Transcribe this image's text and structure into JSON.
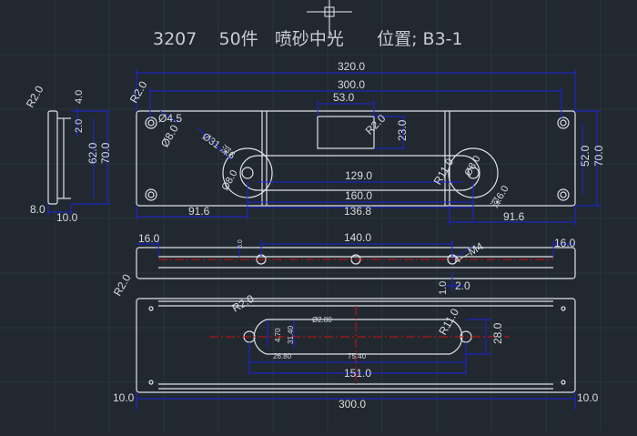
{
  "header": {
    "part_no": "3207",
    "quantity": "50件",
    "finish": "喷砂中光",
    "location": "位置; B3-1"
  },
  "colors": {
    "background": "#212830",
    "outline": "#dfe3e8",
    "dimension": "#1a24e0",
    "dimension_text": "#d8dcdf",
    "centerline": "#d01010",
    "grid": "#2d3640"
  },
  "top_view": {
    "overall_width": "320.0",
    "inner_width": "300.0",
    "window_width": "53.0",
    "window_height": "23.0",
    "window_radius": "R2.0",
    "corner_radius": "R2.0",
    "small_hole": "Ø4.5",
    "small_hole_cb": "Ø8.0",
    "boss_dia": "Ø31 深6",
    "boss_hole": "Ø8.0",
    "slot_length": "129.0",
    "slot_radius": "R11.0",
    "slot_hole": "Ø8.0",
    "slot_depth": "深6.0",
    "slot_pitch": "160.0",
    "left_offset": "91.6",
    "center_span": "136.8",
    "right_offset": "91.6",
    "height_inner": "52.0",
    "height_outer": "70.0"
  },
  "side_view": {
    "radius": "R2.0",
    "step_width": "4.0",
    "step_depth": "2.0",
    "inner_height": "62.0",
    "outer_height": "70.0",
    "bottom_offset": "8.0",
    "thickness": "10.0"
  },
  "edge_view": {
    "left_margin": "16.0",
    "right_margin": "16.0",
    "hole_pitch": "140.0",
    "thread": "4—M4",
    "small_offset": "5.0",
    "corner_radius": "R2.0",
    "depth_a": "1.0",
    "depth_b": "2.0"
  },
  "bottom_view": {
    "slot_radius_left": "R2.0",
    "slot_radius_right": "R11.0",
    "dim_a": "4.70",
    "dim_b": "31.40",
    "dim_c": "Ø2.80",
    "dim_d": "26.80",
    "dim_e": "75.40",
    "slot_length": "151.0",
    "slot_height": "28.0",
    "left_margin": "10.0",
    "overall_width": "300.0",
    "right_margin": "10.0"
  }
}
